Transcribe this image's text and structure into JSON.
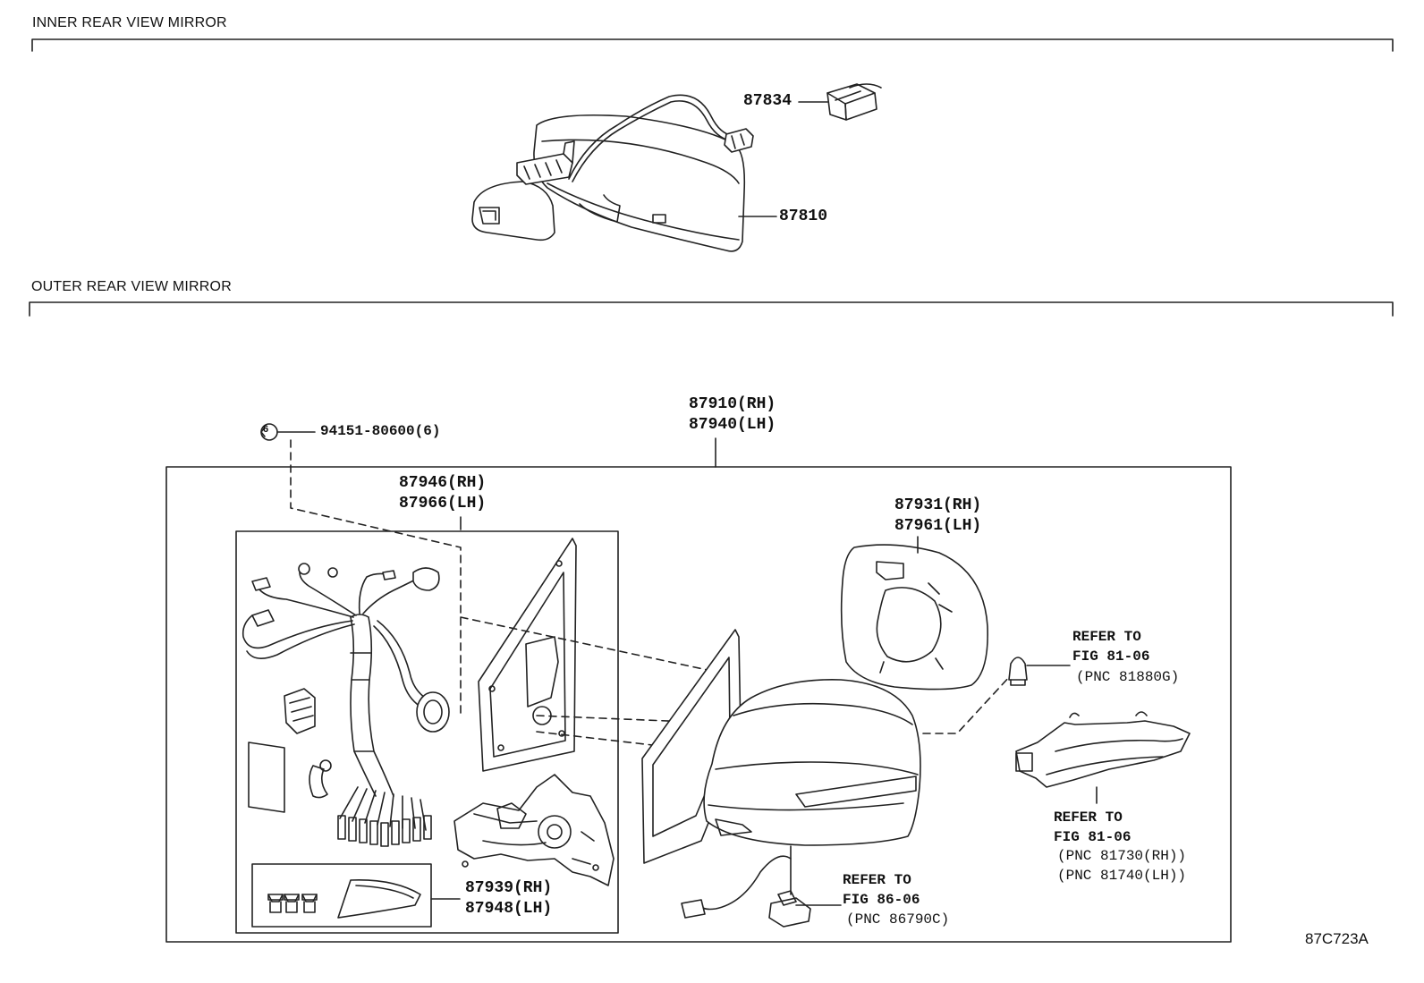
{
  "sections": {
    "inner": "INNER REAR VIEW MIRROR",
    "outer": "OUTER REAR VIEW MIRROR"
  },
  "parts": {
    "p87834": "87834",
    "p87810": "87810",
    "p94151": "94151-80600(6)",
    "clip_mark": "6",
    "assy_rh": "87910(RH)",
    "assy_lh": "87940(LH)",
    "harness_rh": "87946(RH)",
    "harness_lh": "87966(LH)",
    "glass_rh": "87931(RH)",
    "glass_lh": "87961(LH)",
    "cover_rh": "87939(RH)",
    "cover_lh": "87948(LH)"
  },
  "refs": {
    "bulb": [
      "REFER TO",
      "FIG 81-06",
      "(PNC 81880G)"
    ],
    "turn": [
      "REFER TO",
      "FIG 81-06",
      "(PNC 81730(RH))",
      "(PNC 81740(LH))"
    ],
    "lamp": [
      "REFER TO",
      "FIG 86-06",
      "(PNC 86790C)"
    ]
  },
  "figure_code": "87C723A"
}
